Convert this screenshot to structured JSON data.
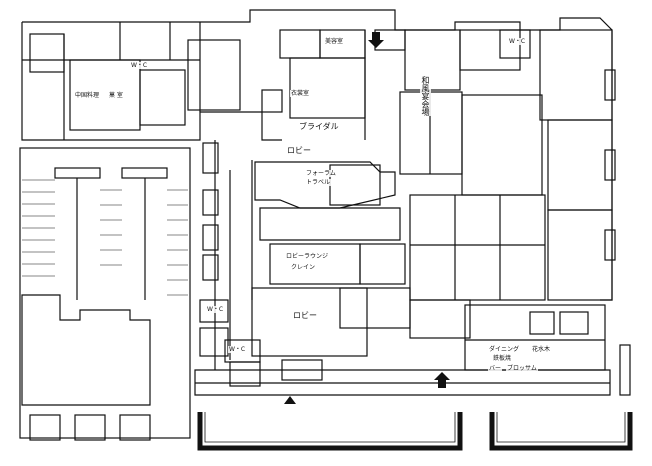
{
  "rooms": {
    "biyoushitsu": "美容室",
    "isho": "衣裳室",
    "wakei": "和風宴会場",
    "bridal": "ブライダル",
    "lobby_top": "ロビー",
    "forum": "フォーラム",
    "forum2": "トラベル",
    "lobby_lounge": "ロビーラウンジ",
    "lobby_lounge2": "クレイン",
    "lobby_main": "ロビー",
    "dining1": "ダイニング",
    "dining2": "花水木",
    "dining3": "鉄板焼",
    "bar": "バー",
    "bar2": "ブロッサム",
    "wc1": "W・C",
    "wc2": "W・C",
    "wc3": "W・C",
    "wc4": "W・C",
    "kanji_left": "菓 室",
    "small_left": "中国料理"
  },
  "entrance_marks": [
    "down-arrow",
    "up-arrow",
    "triangle"
  ]
}
